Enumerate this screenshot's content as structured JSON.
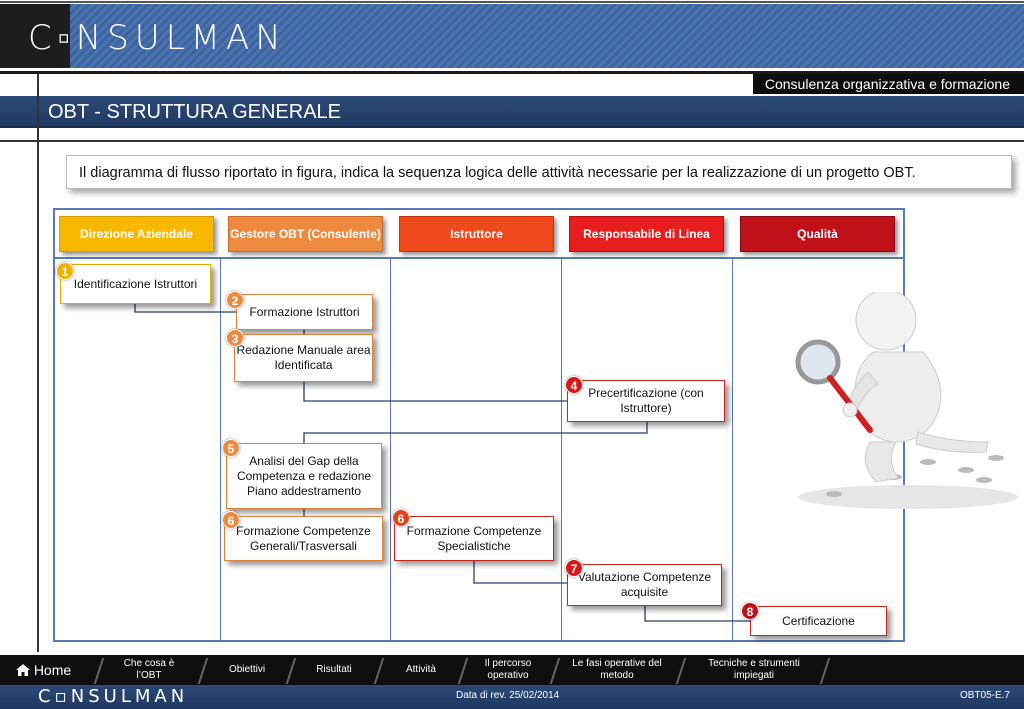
{
  "header": {
    "logo": "C▫NSULMAN",
    "tagline": "Consulenza organizzativa e formazione",
    "title": "OBT - STRUTTURA GENERALE"
  },
  "intro": "Il diagramma di flusso riportato in figura, indica la sequenza logica delle attività necessarie per la realizzazione di un progetto OBT.",
  "lanes": [
    {
      "label": "Direzione Aziendale",
      "color": "#f6b800"
    },
    {
      "label": "Gestore OBT (Consulente)",
      "color": "#ee8a40"
    },
    {
      "label": "Istruttore",
      "color": "#ee4a1c"
    },
    {
      "label": "Responsabile di Linea",
      "color": "#e81e1e"
    },
    {
      "label": "Qualità",
      "color": "#c0101a"
    }
  ],
  "steps": [
    {
      "num": "1",
      "text": "Identificazione Istruttori",
      "lane": "Direzione Aziendale"
    },
    {
      "num": "2",
      "text": "Formazione Istruttori",
      "lane": "Gestore OBT (Consulente)"
    },
    {
      "num": "3",
      "text": "Redazione Manuale area Identificata",
      "lane": "Gestore OBT (Consulente)"
    },
    {
      "num": "4",
      "text": "Precertificazione (con Istruttore)",
      "lane": "Responsabile di Linea"
    },
    {
      "num": "5",
      "text": "Analisi del Gap della Competenza e redazione Piano addestramento",
      "lane": "Gestore OBT (Consulente)"
    },
    {
      "num": "6",
      "text": "Formazione Competenze Generali/Trasversali",
      "lane": "Gestore OBT (Consulente)"
    },
    {
      "num": "6",
      "text": "Formazione Competenze Specialistiche",
      "lane": "Istruttore"
    },
    {
      "num": "7",
      "text": "Valutazione Competenze acquisite",
      "lane": "Responsabile di Linea"
    },
    {
      "num": "8",
      "text": "Certificazione",
      "lane": "Qualità"
    }
  ],
  "footer": {
    "nav": [
      {
        "label": "Home",
        "icon": "home-icon"
      },
      {
        "label": "Che cosa è l’OBT"
      },
      {
        "label": "Obiettivi"
      },
      {
        "label": "Risultati"
      },
      {
        "label": "Attività"
      },
      {
        "label": "Il percorso operativo"
      },
      {
        "label": "Le fasi operative del metodo"
      },
      {
        "label": "Tecniche e strumenti impiegati"
      }
    ],
    "logo": "C▫NSULMAN",
    "date": "Data di rev. 25/02/2014",
    "code": "OBT05-E.7"
  }
}
